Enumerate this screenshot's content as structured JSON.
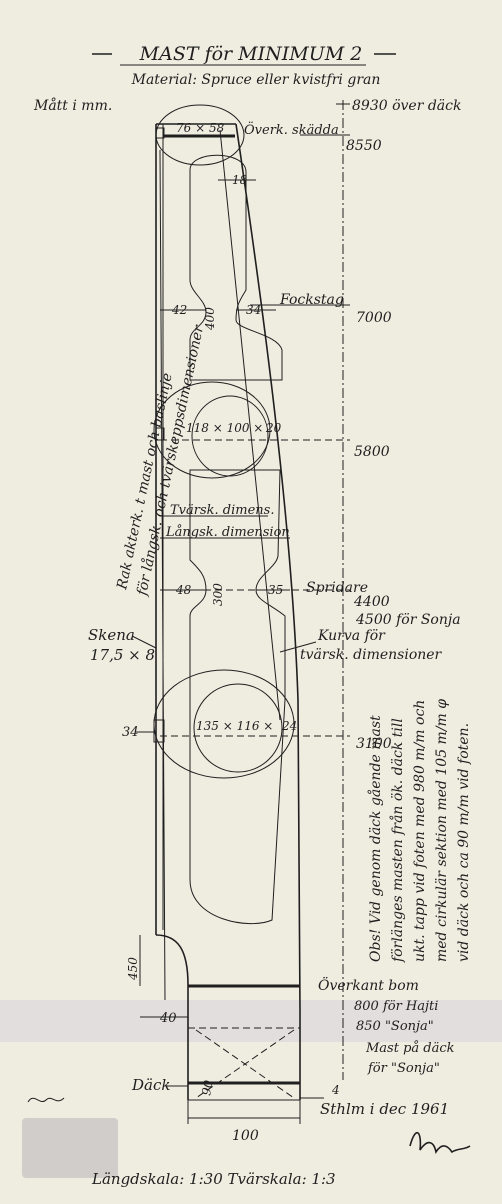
{
  "title": "MAST för MINIMUM 2",
  "material": "Material: Spruce eller kvistfri gran",
  "units": "Mått i mm.",
  "heights": [
    {
      "value": "8930 över däck"
    },
    {
      "value": "8550"
    },
    {
      "value": "7000"
    },
    {
      "value": "5800"
    },
    {
      "value": "4400"
    },
    {
      "value": "4500 för Sonja"
    },
    {
      "value": "3100"
    }
  ],
  "labels": {
    "overk_skadda": "Överk. skädda",
    "fockstag": "Fockstag",
    "spridare": "Spridare",
    "kurva_line1": "Kurva för",
    "kurva_line2": "tvärsk. dimensioner",
    "skena_line1": "Skena",
    "skena_line2": "17,5 × 8",
    "tvarsk_dimens": "Tvärsk. dimens.",
    "langsk_dimension": "Långsk. dimension",
    "rak_line1": "Rak akterk. t mast och baslinje",
    "rak_line2": "för långsk. och tvärskeppsdimensioner",
    "overkant_bom": "Överkant bom",
    "bom_800": "800 för Hajti",
    "bom_850": "850 \"Sonja\"",
    "mast_dack_line1": "Mast på däck",
    "mast_dack_line2": "för \"Sonja\"",
    "dack": "Däck"
  },
  "dimensions": {
    "top_section": "76 × 58",
    "d18": "18",
    "d42": "42",
    "d400": "400",
    "d34_top": "34",
    "sect_118": "118 × 100 ×",
    "d20": "20",
    "d48": "48",
    "d300": "300",
    "d35": "35",
    "sect_135": "135 × 116 ×",
    "d24": "24",
    "d34_left": "34",
    "d450": "450",
    "d40": "40",
    "d90": "90",
    "d4": "4",
    "d100": "100"
  },
  "note_lines": [
    "Obs! Vid genom däck gående mast",
    "förlänges masten från ök. däck till",
    "ukt. tapp vid foten med 980 m/m och",
    "med cirkulär sektion med 105 m/m φ",
    "vid däck och ca 90 m/m vid foten."
  ],
  "place_date": "Sthlm i dec 1961",
  "scale": "Längdskala: 1:30  Tvärskala: 1:3",
  "colors": {
    "paper": "#efece0",
    "ink": "#1f1f1f",
    "stamp": "#b8b4b8"
  }
}
